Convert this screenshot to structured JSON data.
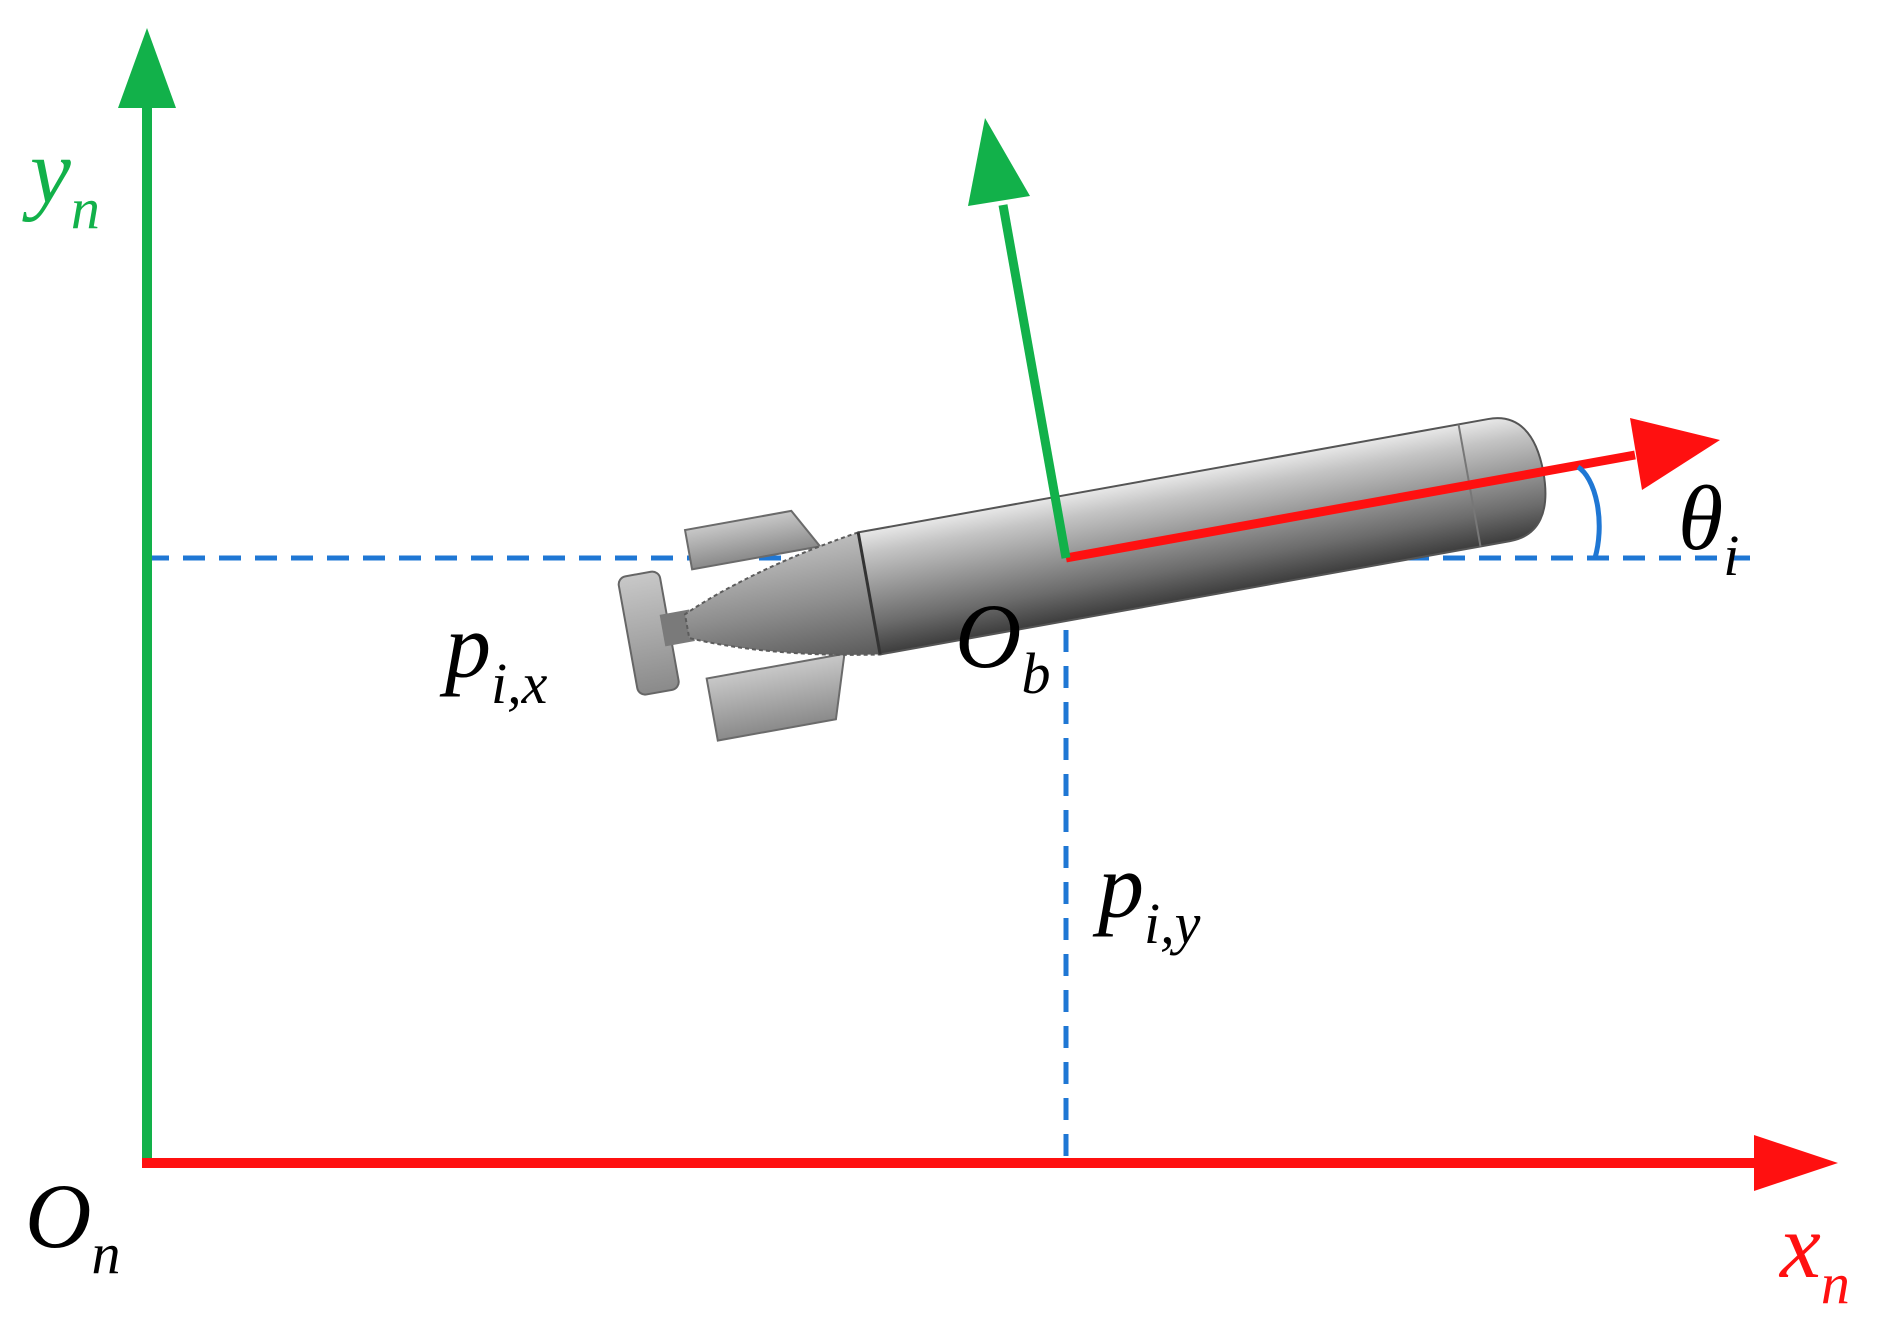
{
  "colors": {
    "global_y_axis": "#12b14a",
    "global_x_axis": "#ff1010",
    "body_y_axis": "#12b14a",
    "body_x_axis": "#ff1010",
    "projection_lines": "#1f77d4",
    "angle_arc": "#1f77d4",
    "vehicle_body": "#8a8a8a"
  },
  "labels": {
    "origin_global": {
      "main": "O",
      "sub": "n"
    },
    "axis_x_global": {
      "main": "x",
      "sub": "n"
    },
    "axis_y_global": {
      "main": "y",
      "sub": "n"
    },
    "origin_body": {
      "main": "O",
      "sub": "b"
    },
    "position_x": {
      "main": "p",
      "sub": "i,x"
    },
    "position_y": {
      "main": "p",
      "sub": "i,y"
    },
    "heading_angle": {
      "main": "θ",
      "sub": "i"
    }
  },
  "icons": {
    "vehicle": "auv-torpedo-icon"
  }
}
